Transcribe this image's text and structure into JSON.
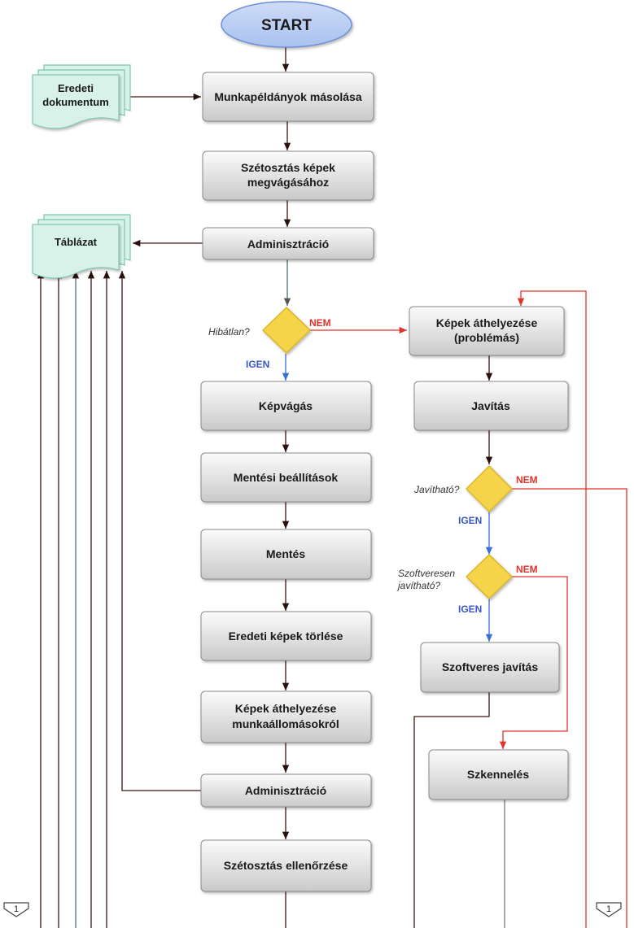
{
  "start": {
    "label": "START"
  },
  "docs": {
    "eredeti": {
      "line1": "Eredeti",
      "line2": "dokumentum"
    },
    "tablazat": {
      "label": "Táblázat"
    }
  },
  "steps": {
    "masolas": "Munkapéldányok másolása",
    "szetosztas_line1": "Szétosztás képek",
    "szetosztas_line2": "megvágásához",
    "adminisztracio1": "Adminisztráció",
    "kepvagas": "Képvágás",
    "mentesi": "Mentési beállítások",
    "mentes": "Mentés",
    "torles": "Eredeti képek törlése",
    "athelyezes_munka_line1": "Képek áthelyezése",
    "athelyezes_munka_line2": "munkaállomásokról",
    "adminisztracio2": "Adminisztráció",
    "ellenorzes": "Szétosztás ellenőrzése",
    "athelyezes_prob_line1": "Képek áthelyezése",
    "athelyezes_prob_line2": "(problémás)",
    "javitas": "Javítás",
    "szoftveres": "Szoftveres javítás",
    "szkenneles": "Szkennelés"
  },
  "decisions": {
    "hibatlan": {
      "question": "Hibátlan?",
      "yes": "IGEN",
      "no": "NEM"
    },
    "javithato": {
      "question": "Javítható?",
      "yes": "IGEN",
      "no": "NEM"
    },
    "szoftveresen": {
      "question_line1": "Szoftveresen",
      "question_line2": "javítható?",
      "yes": "IGEN",
      "no": "NEM"
    }
  },
  "connectors": {
    "left": "1",
    "right": "1"
  },
  "colors": {
    "start_fill": "#b8cdf2",
    "start_stroke": "#6d8fd6",
    "box_top": "#fbfbfb",
    "box_bottom": "#c9c9c9",
    "box_stroke": "#8a8a8a",
    "doc_fill": "#d8f2ea",
    "doc_stroke": "#7cc6b0",
    "diamond_fill": "#f6d44a",
    "diamond_stroke": "#d9b52a",
    "yes": "#3a57c8",
    "no": "#e0332a"
  }
}
